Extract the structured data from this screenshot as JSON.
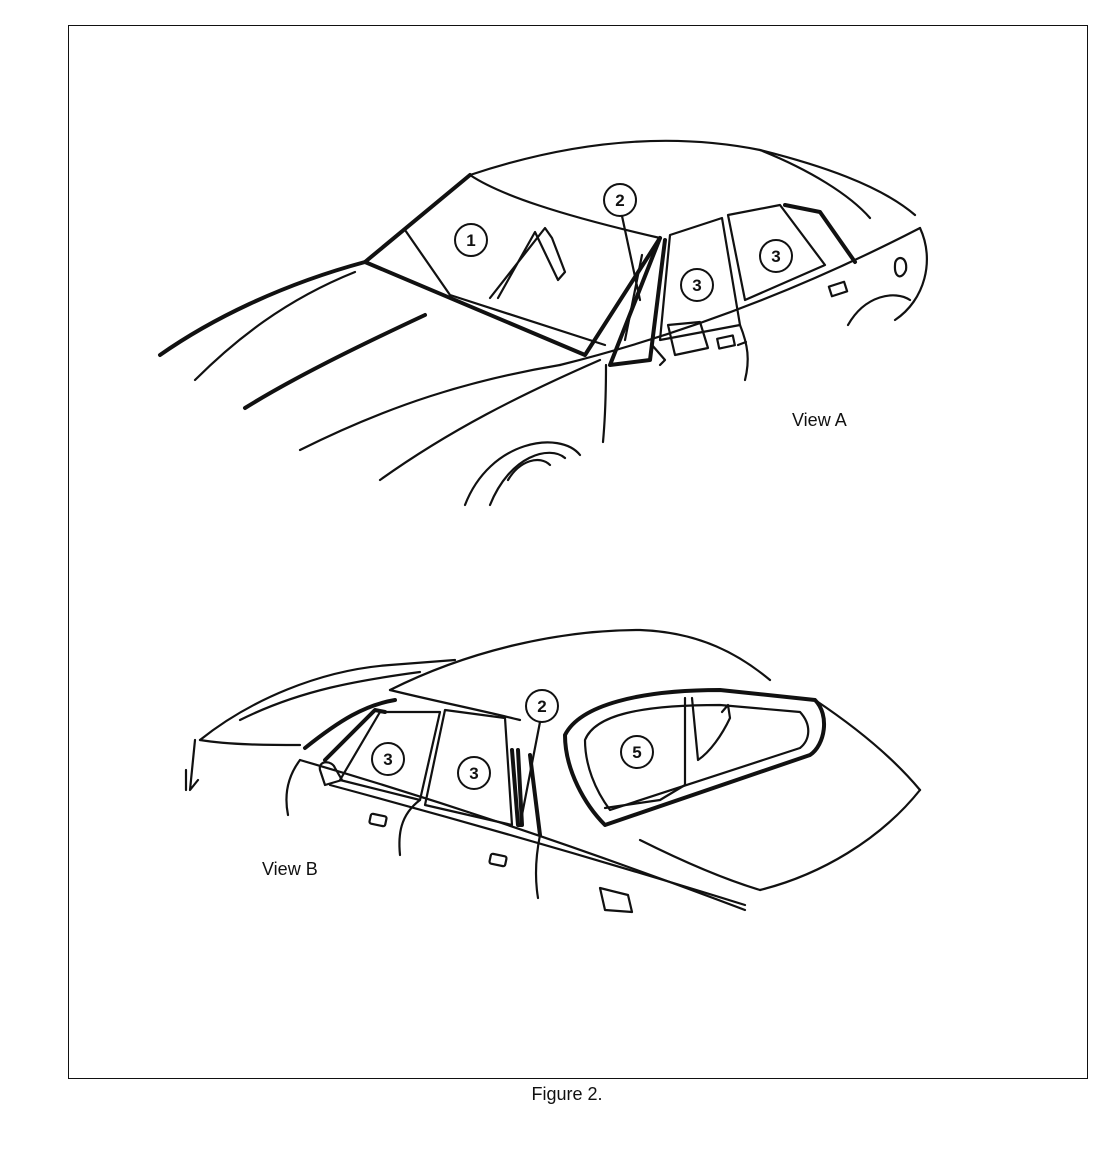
{
  "figure": {
    "caption": "Figure 2."
  },
  "view_a": {
    "label": "View A",
    "callouts": [
      "1",
      "2",
      "3",
      "3"
    ]
  },
  "view_b": {
    "label": "View B",
    "callouts": [
      "3",
      "3",
      "2",
      "5"
    ]
  }
}
